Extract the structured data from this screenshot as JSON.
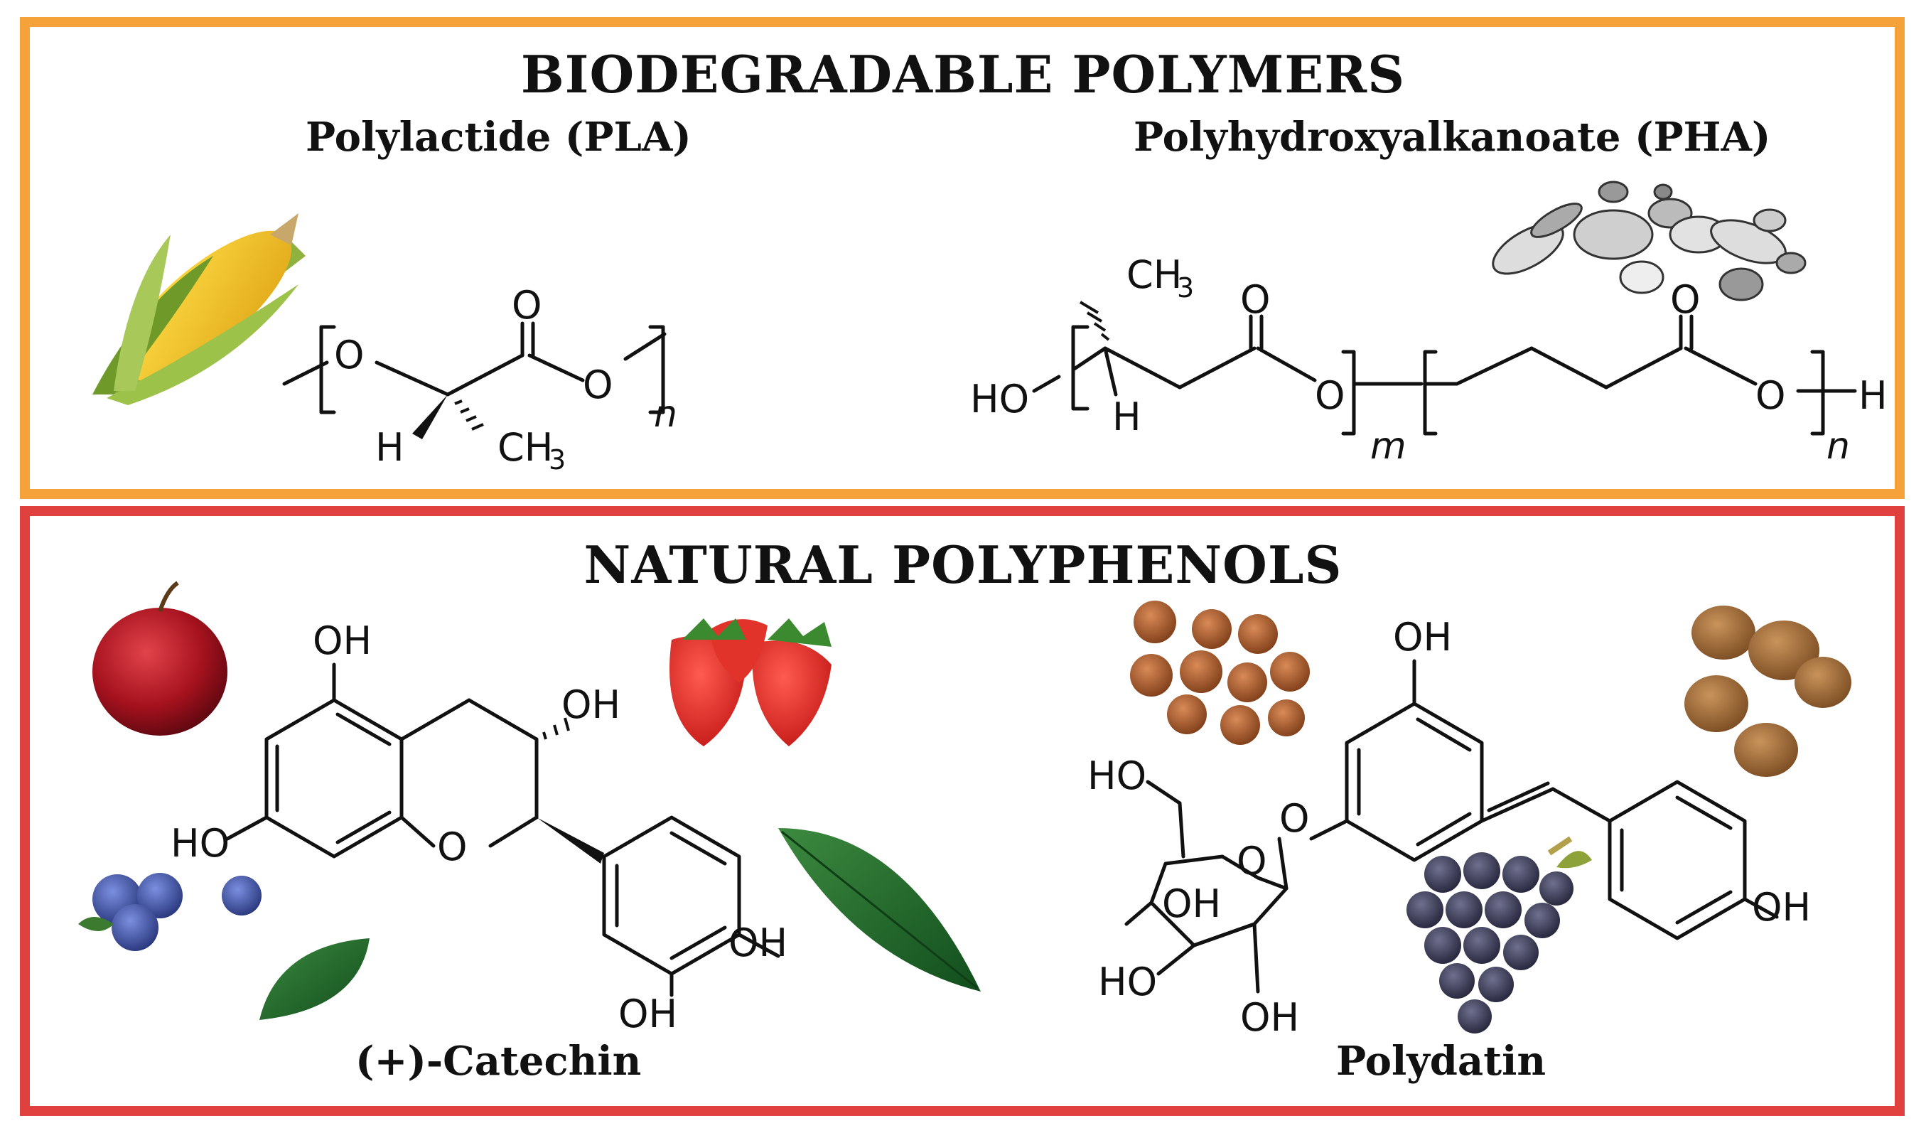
{
  "biodegradable": {
    "title": "BIODEGRADABLE POLYMERS",
    "pla_label": "Polylactide (PLA)",
    "pha_label": "Polyhydroxyalkanoate (PHA)",
    "pla_atoms": {
      "o_ring": "O",
      "o_carbonyl": "O",
      "o_ester": "O",
      "h": "H",
      "ch3": "CH",
      "ch3_sub": "3",
      "n": "n"
    },
    "pha_atoms": {
      "ho": "HO",
      "ch3": "CH",
      "ch3_sub": "3",
      "h": "H",
      "o_carbonyl1": "O",
      "o_ester1": "O",
      "m": "m",
      "o_carbonyl2": "O",
      "o_ester2": "O",
      "h_end": "H",
      "n": "n"
    }
  },
  "polyphenols": {
    "title": "NATURAL POLYPHENOLS",
    "catechin_label": "(+)-Catechin",
    "polydatin_label": "Polydatin",
    "catechin_atoms": {
      "oh_top": "OH",
      "oh_right": "OH",
      "ho_left": "HO",
      "o_ring": "O",
      "oh_cat1": "OH",
      "oh_cat2": "OH"
    },
    "polydatin_atoms": {
      "oh_top": "OH",
      "ho_ch2": "HO",
      "o_ring": "O",
      "o_link": "O",
      "oh_sugar1": "OH",
      "ho_sugar2": "HO",
      "oh_sugar3": "OH",
      "oh_phenol": "OH"
    }
  },
  "colors": {
    "top_border": "#f5a23a",
    "bottom_border": "#e0413f"
  },
  "icons": [
    "corn-icon",
    "bacteria-cells-icon",
    "apple-icon",
    "strawberry-icon",
    "blueberry-icon",
    "leaf-icon",
    "hazelnut-icon",
    "walnut-icon",
    "grapes-icon"
  ]
}
